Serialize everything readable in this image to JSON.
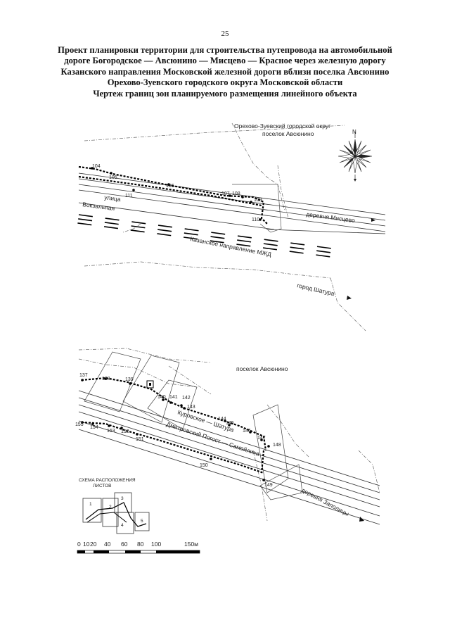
{
  "page_number": "25",
  "title_lines": [
    "Проект планировки территории для строительства путепровода на автомобильной",
    "дороге Богородское — Авсюнино — Мисцево — Красное через железную дорогу",
    "Казанского направления Московской железной дороги вблизи поселка Авсюнино",
    "Орехово-Зуевского городского округа Московской области",
    "Чертеж границ зон планируемого размещения линейного объекта"
  ],
  "labels": {
    "okrug": "Орехово-Зуевский городской округ",
    "poselok_top": "поселок Авсюнино",
    "north": "N",
    "ulitsa": "улица",
    "vokzalnaya": "Вокзальная",
    "mistsevo": "деревня Мисцево",
    "mzhd": "Казанское направление МЖД",
    "shatura": "город Шатура",
    "poselok_bottom": "поселок Авсюнино",
    "kurovskoe": "Куровское — Шатура",
    "dmitrovsky": "Дмитровский Погост — Самойлиха",
    "zaolitsy": "деревня Заполицы"
  },
  "points_top": [
    "104",
    "105",
    "106",
    "107",
    "108",
    "109",
    "111",
    "110"
  ],
  "points_bottom": [
    "137",
    "138",
    "139",
    "140",
    "141",
    "142",
    "143",
    "144",
    "145",
    "146",
    "147",
    "148",
    "149",
    "150",
    "151",
    "152",
    "153",
    "154",
    "155"
  ],
  "legend": {
    "title_line1": "СХЕМА РАСПОЛОЖЕНИЯ",
    "title_line2": "ЛИСТОВ",
    "sheets": [
      "1",
      "2",
      "3",
      "4",
      "5"
    ]
  },
  "scale": {
    "ticks": [
      "0",
      "10",
      "20",
      "40",
      "60",
      "80",
      "100"
    ],
    "end_label": "150м"
  }
}
